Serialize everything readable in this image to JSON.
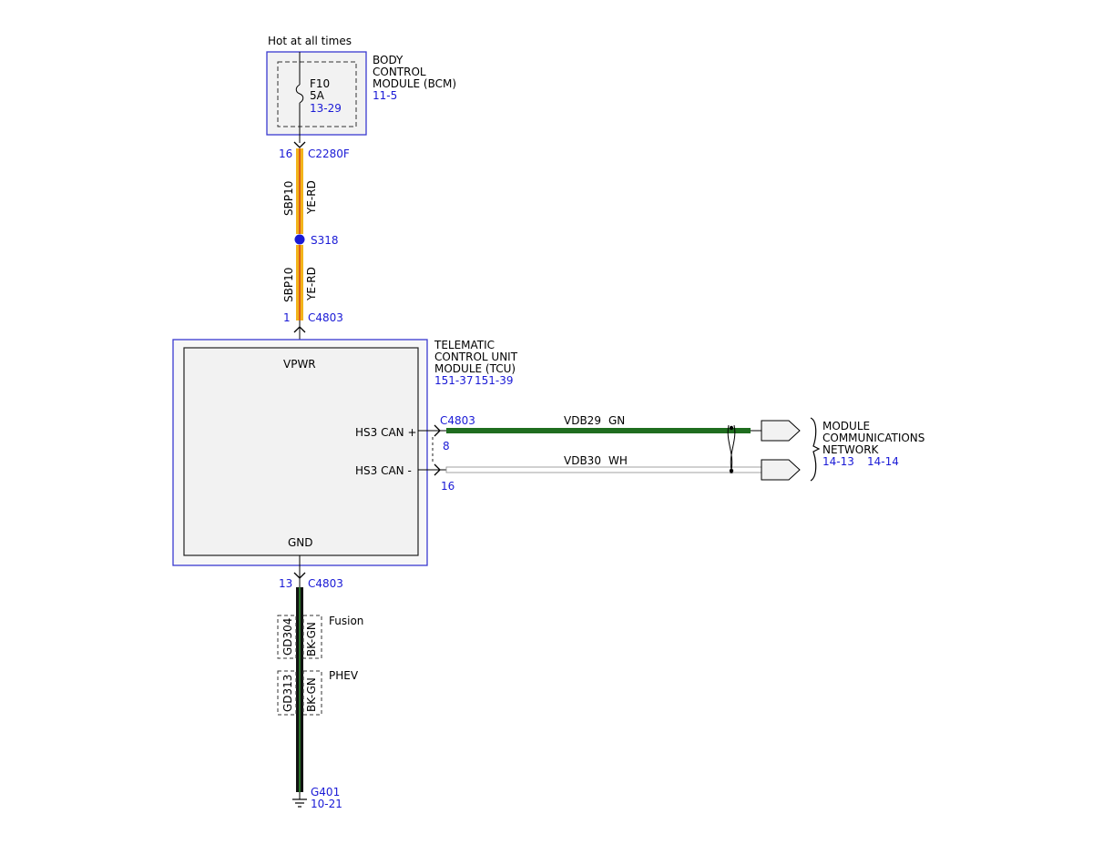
{
  "power_source": "Hot at all times",
  "bcm": {
    "name_lines": [
      "BODY",
      "CONTROL",
      "MODULE (BCM)"
    ],
    "page_ref": "11-5",
    "fuse": {
      "id": "F10",
      "rating": "5A",
      "ref": "13-29"
    },
    "connector": {
      "pin": "16",
      "name": "C2280F"
    }
  },
  "wire_power_upper": {
    "circuit": "SBP10",
    "color": "YE-RD"
  },
  "splice": {
    "name": "S318"
  },
  "wire_power_lower": {
    "circuit": "SBP10",
    "color": "YE-RD"
  },
  "tcu": {
    "name_lines": [
      "TELEMATIC",
      "CONTROL UNIT",
      "MODULE (TCU)"
    ],
    "page_refs": [
      "151-37",
      "151-39"
    ],
    "vpwr_label": "VPWR",
    "gnd_label": "GND",
    "can_plus_label": "HS3 CAN +",
    "can_minus_label": "HS3 CAN -",
    "power_connector": {
      "pin": "1",
      "name": "C4803"
    },
    "can_connector": {
      "name": "C4803",
      "plus_pin": "8",
      "minus_pin": "16"
    },
    "ground_connector": {
      "pin": "13",
      "name": "C4803"
    }
  },
  "can_wires": {
    "plus": {
      "circuit": "VDB29",
      "color": "GN"
    },
    "minus": {
      "circuit": "VDB30",
      "color": "WH"
    }
  },
  "network": {
    "name_lines": [
      "MODULE",
      "COMMUNICATIONS",
      "NETWORK"
    ],
    "page_refs": [
      "14-13",
      "14-14"
    ]
  },
  "ground_options": [
    {
      "circuit": "GD304",
      "color": "BK-GN",
      "variant": "Fusion"
    },
    {
      "circuit": "GD313",
      "color": "BK-GN",
      "variant": "PHEV"
    }
  ],
  "ground": {
    "name": "G401",
    "ref": "10-21"
  },
  "colors": {
    "ref_blue": "#1a1ad6",
    "module_border_blue": "#3a3ad0",
    "yellow_wire": "#f2b31a",
    "red_stripe": "#d13a1a",
    "green_wire": "#1f6d1f",
    "white_wire": "#ffffff",
    "module_fill": "#f2f2f2"
  }
}
